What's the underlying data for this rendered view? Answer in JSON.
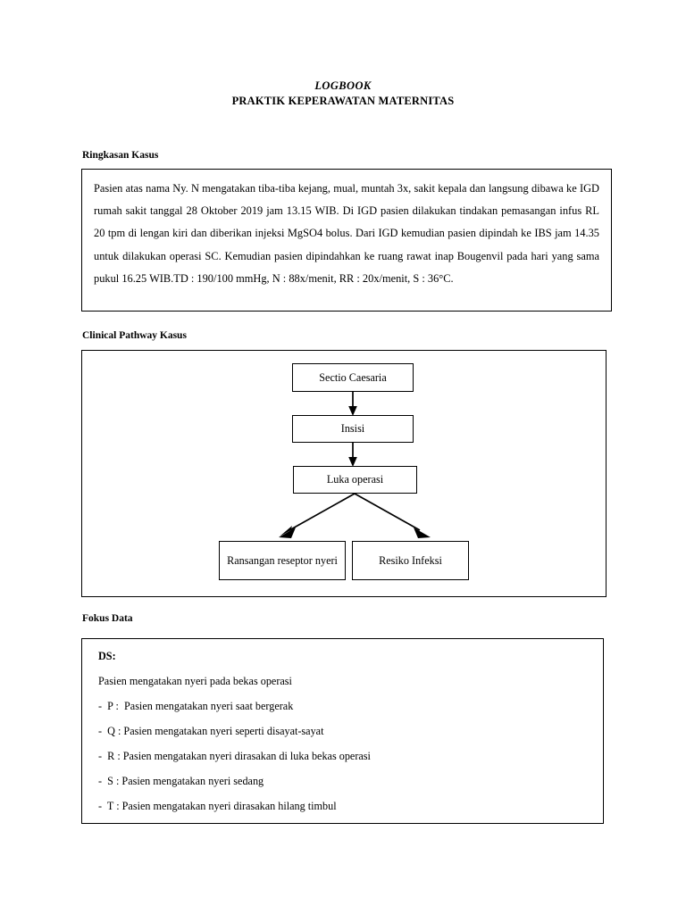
{
  "document": {
    "title_line1": "LOGBOOK",
    "title_line2": "PRAKTIK KEPERAWATAN MATERNITAS"
  },
  "sections": {
    "ringkasan": {
      "heading": "Ringkasan Kasus",
      "body": "Pasien atas nama Ny. N mengatakan tiba-tiba kejang, mual, muntah 3x, sakit kepala dan langsung dibawa ke IGD rumah sakit tanggal 28 Oktober 2019 jam 13.15 WIB. Di IGD pasien dilakukan tindakan pemasangan infus RL 20 tpm di lengan kiri dan diberikan injeksi MgSO4 bolus. Dari IGD kemudian pasien dipindah ke IBS jam 14.35 untuk dilakukan operasi SC. Kemudian pasien dipindahkan ke ruang rawat inap Bougenvil pada hari yang sama pukul 16.25 WIB.TD : 190/100 mmHg, N : 88x/menit,  RR : 20x/menit, S : 36°C."
    },
    "pathway": {
      "heading": "Clinical Pathway Kasus",
      "nodes": {
        "sectio": "Sectio Caesaria",
        "insisi": "Insisi",
        "luka": "Luka operasi",
        "ransangan": "Ransangan reseptor nyeri",
        "resiko": "Resiko Infeksi"
      }
    },
    "fokus": {
      "heading": "Fokus Data",
      "ds_label": "DS:",
      "lines": [
        "Pasien mengatakan nyeri pada bekas operasi",
        "-  P :  Pasien mengatakan nyeri saat bergerak",
        "-  Q : Pasien mengatakan nyeri seperti disayat-sayat",
        "-  R : Pasien mengatakan nyeri dirasakan di luka bekas operasi",
        "-  S : Pasien mengatakan nyeri sedang",
        "-  T : Pasien mengatakan nyeri dirasakan hilang timbul"
      ]
    }
  }
}
